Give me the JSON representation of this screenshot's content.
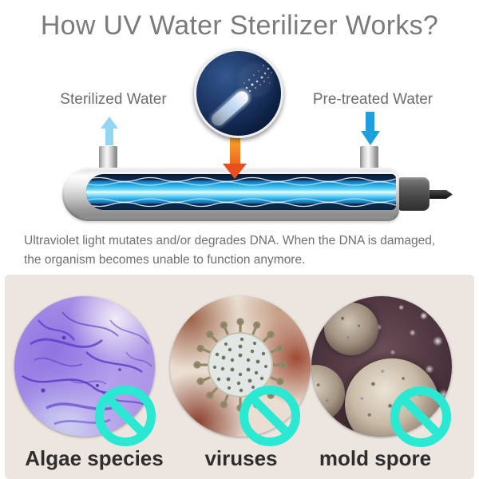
{
  "title": "How UV Water Sterilizer Works?",
  "diagram": {
    "sterilized_water_label": "Sterilized Water",
    "pretreated_water_label": "Pre-treated Water",
    "bacteria_inset_icon": "uv-light-destroying-bacteria-photo",
    "outflow_arrow_icon": "sterilized-water-up-arrow",
    "inflow_arrow_icon": "pretreated-water-down-arrow",
    "uv_arrow_icon": "uv-exposure-down-arrow",
    "sterilizer_icon": "uv-sterilizer-tube-with-lamp"
  },
  "description": {
    "line1": "Ultraviolet light mutates and/or degrades DNA. When the DNA is damaged,",
    "line2": "the organism becomes unable to function anymore."
  },
  "killed_organisms": [
    {
      "label": "Algae species",
      "icon": "algae-microscopy-photo",
      "overlay_icon": "no-symbol"
    },
    {
      "label": "viruses",
      "icon": "virus-3d-photo",
      "overlay_icon": "no-symbol"
    },
    {
      "label": "mold spore",
      "icon": "mold-spores-photo",
      "overlay_icon": "no-symbol"
    }
  ],
  "colors": {
    "title_gray": "#7b7b7b",
    "body_text_gray": "#6f6f6f",
    "panel_beige": "#ede6e0",
    "no_symbol_cyan": "#2be8d2",
    "outflow_arrow_light_blue": "#92d6f2",
    "inflow_arrow_blue": "#1fa0dc",
    "uv_arrow_orange_top": "#fbb033",
    "uv_arrow_orange_bottom": "#e84f1c",
    "lamp_core_cyan": "#d9f9ff",
    "lamp_blue": "#1fa6e2",
    "tube_navy": "#0c2748"
  }
}
